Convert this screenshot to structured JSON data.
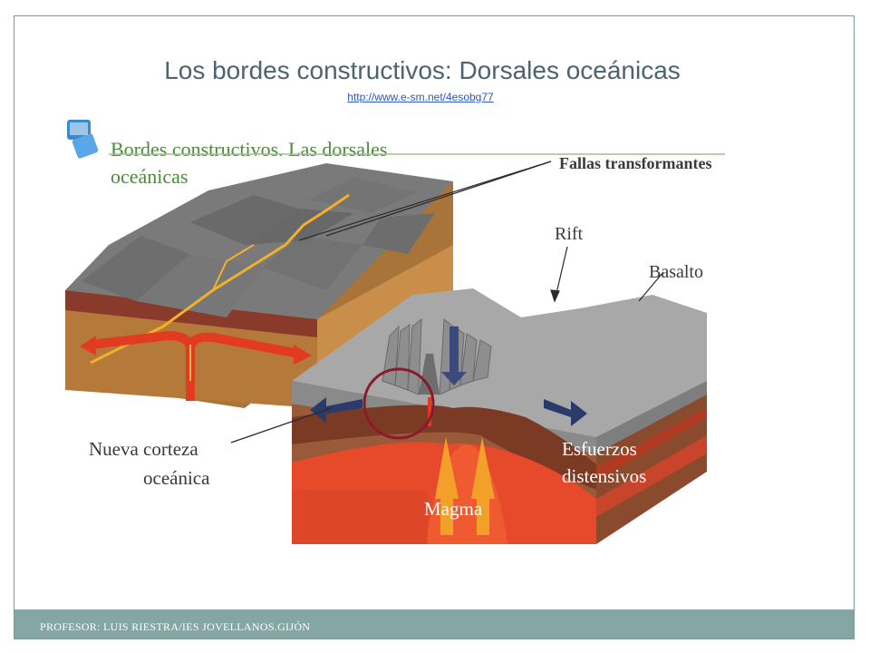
{
  "title": "Los bordes constructivos: Dorsales oceánicas",
  "link": "http://www.e-sm.net/4esobg77",
  "diagram": {
    "heading_line1": "Bordes constructivos. Las dorsales",
    "heading_line2": "oceánicas",
    "labels": {
      "fallas": "Fallas transformantes",
      "rift": "Rift",
      "basalto": "Basalto",
      "nueva_line1": "Nueva corteza",
      "nueva_line2": "oceánica",
      "esfuerzos_line1": "Esfuerzos",
      "esfuerzos_line2": "distensivos",
      "magma": "Magma"
    }
  },
  "footer": "PROFESOR: LUIS RIESTRA/IES JOVELLANOS.GIJÓN"
}
